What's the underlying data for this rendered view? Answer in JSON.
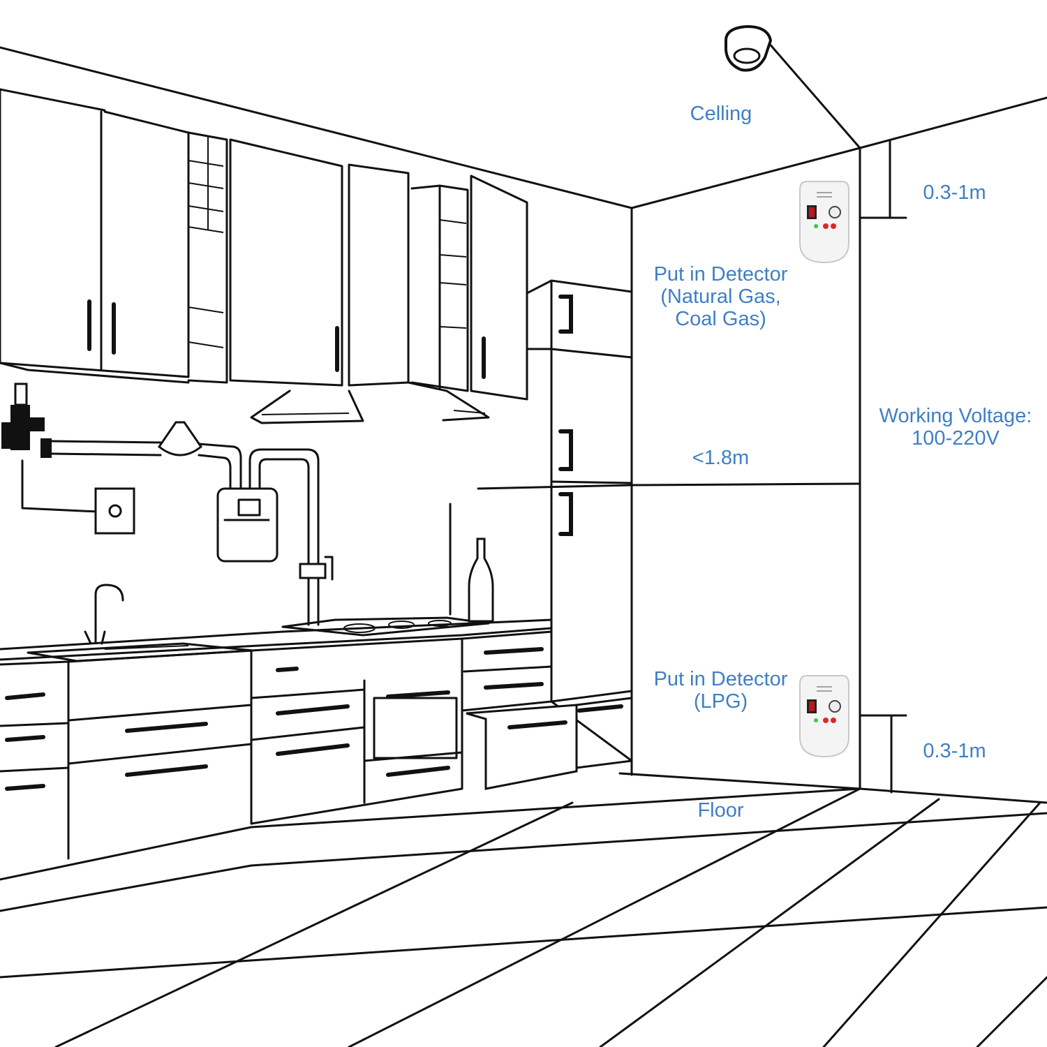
{
  "labels": {
    "ceiling": "Celling",
    "top_distance": "0.3-1m",
    "natural_gas_line1": "Put in Detector",
    "natural_gas_line2": "(Natural Gas,",
    "natural_gas_line3": "Coal Gas)",
    "voltage_line1": "Working Voltage:",
    "voltage_line2": "100-220V",
    "height_limit": "<1.8m",
    "lpg_line1": "Put in Detector",
    "lpg_line2": "(LPG)",
    "bottom_distance": "0.3-1m",
    "floor": "Floor"
  },
  "colors": {
    "label_text": "#3f7fc4",
    "line_art": "#111111",
    "background": "#ffffff",
    "led_green": "#3cc84a",
    "led_red": "#e0262b",
    "display_red": "#c0141b"
  },
  "icons": {
    "ceiling_detector": "smoke-detector-icon",
    "wall_detector": "gas-detector-icon"
  }
}
